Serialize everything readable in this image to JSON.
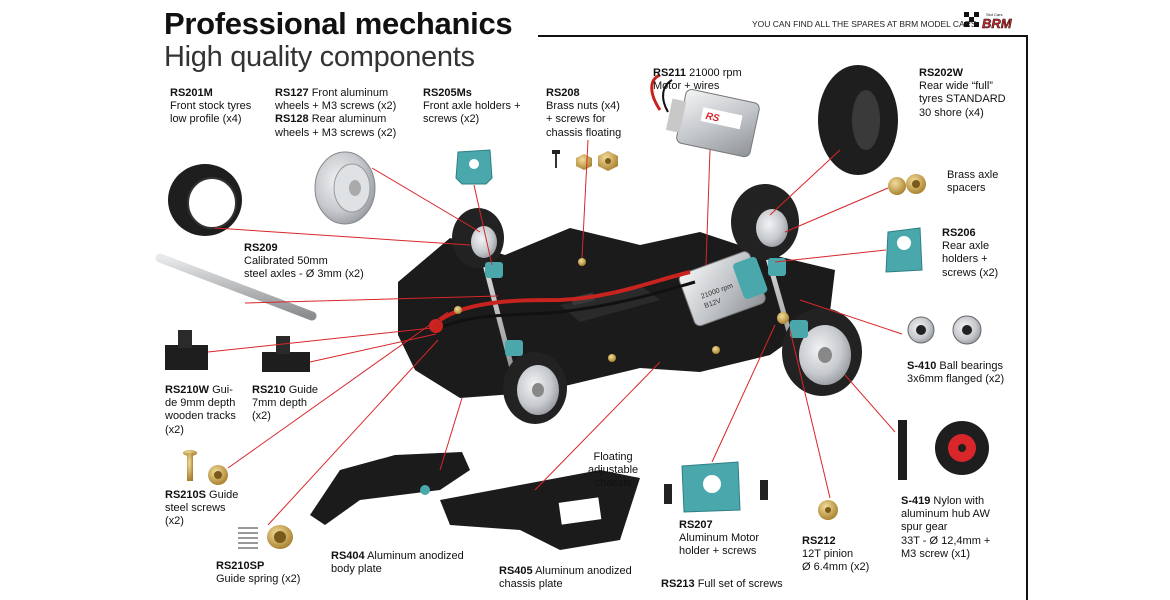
{
  "header": {
    "title": "Professional mechanics",
    "subtitle": "High quality components",
    "spares_note": "YOU CAN FIND ALL THE SPARES AT BRM MODEL CARS",
    "logo_text": "BRM",
    "logo_small_text": "Slot Cars"
  },
  "labels": {
    "rs201m": {
      "code": "RS201M",
      "lines": [
        "Front stock tyres",
        "low profile (x4)"
      ]
    },
    "rs127": {
      "code": "RS127",
      "lines": [
        " Front aluminum",
        "wheels + M3 screws (x2)"
      ]
    },
    "rs128": {
      "code": "RS128",
      "lines": [
        " Rear aluminum",
        "wheels + M3 screws (x2)"
      ]
    },
    "rs205ms": {
      "code": "RS205Ms",
      "lines": [
        "Front axle holders +",
        "screws (x2)"
      ]
    },
    "rs208": {
      "code": "RS208",
      "lines": [
        "Brass nuts (x4)",
        "+ screws for",
        "chassis floating"
      ]
    },
    "rs211": {
      "code": "RS211",
      "lines": [
        " 21000 rpm",
        "Motor + wires"
      ]
    },
    "rs202w": {
      "code": "RS202W",
      "lines": [
        "Rear wide “full”",
        "tyres STANDARD",
        "30 shore (x4)"
      ]
    },
    "brass_spacers": {
      "lines": [
        "Brass axle",
        "spacers"
      ]
    },
    "rs206": {
      "code": "RS206",
      "lines": [
        "Rear axle",
        "holders +",
        "screws (x2)"
      ]
    },
    "rs209": {
      "code": "RS209",
      "lines": [
        "Calibrated 50mm",
        "steel axles - Ø 3mm (x2)"
      ]
    },
    "s410": {
      "code": "S-410",
      "lines": [
        " Ball bearings",
        "3x6mm flanged (x2)"
      ]
    },
    "rs210w": {
      "code": "RS210W",
      "lines": [
        " Gui-",
        "de 9mm depth",
        "wooden tracks",
        "(x2)"
      ]
    },
    "rs210": {
      "code": "RS210",
      "lines": [
        " Guide",
        "7mm depth",
        "(x2)"
      ]
    },
    "rs210s": {
      "code": "RS210S",
      "lines": [
        " Guide",
        "steel screws",
        "(x2)"
      ]
    },
    "floating": {
      "lines": [
        "Floating",
        "adjustable",
        "chassis"
      ]
    },
    "s419": {
      "code": "S-419",
      "lines": [
        " Nylon with",
        "aluminum hub AW",
        "spur gear",
        "33T  - Ø 12,4mm +",
        "M3 screw (x1)"
      ]
    },
    "rs207": {
      "code": "RS207",
      "lines": [
        "Aluminum Motor",
        "holder + screws"
      ]
    },
    "rs212": {
      "code": "RS212",
      "lines": [
        "12T pinion",
        "Ø 6.4mm (x2)"
      ]
    },
    "rs210sp": {
      "code": "RS210SP",
      "lines": [
        "Guide spring (x2)"
      ]
    },
    "rs404": {
      "code": "RS404",
      "lines": [
        " Aluminum anodized",
        "body plate"
      ]
    },
    "rs405": {
      "code": "RS405",
      "lines": [
        " Aluminum anodized",
        "chassis plate"
      ]
    },
    "rs213": {
      "code": "RS213",
      "lines": [
        " Full set of screws"
      ]
    },
    "motor_can": {
      "lines": [
        "21000 rpm",
        "B12V"
      ]
    }
  },
  "colors": {
    "leader_line": "#d8262a",
    "chassis": "#1b1b1b",
    "teal": "#4aa8ad",
    "tyre": "#222222",
    "aluminum": "#c9ccd0",
    "brass": "#c9a24a",
    "brand_red": "#d8262a"
  }
}
